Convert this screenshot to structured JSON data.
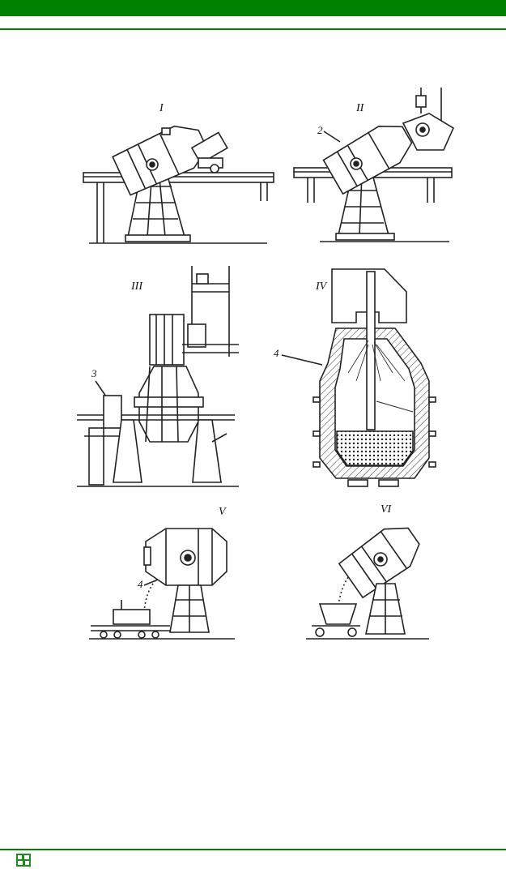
{
  "header": {
    "bar_color": "#008000"
  },
  "footer": {
    "logo_icon": "app-logo-icon",
    "line_color": "#008000"
  },
  "figure": {
    "panels": [
      {
        "id": "I",
        "label": "I"
      },
      {
        "id": "II",
        "label": "II",
        "callouts": [
          "2"
        ]
      },
      {
        "id": "III",
        "label": "III",
        "callouts": [
          "3"
        ]
      },
      {
        "id": "IV",
        "label": "IV",
        "callouts": [
          "4"
        ]
      },
      {
        "id": "V",
        "label": "V",
        "callouts": [
          "4"
        ]
      },
      {
        "id": "VI",
        "label": "VI"
      }
    ]
  }
}
